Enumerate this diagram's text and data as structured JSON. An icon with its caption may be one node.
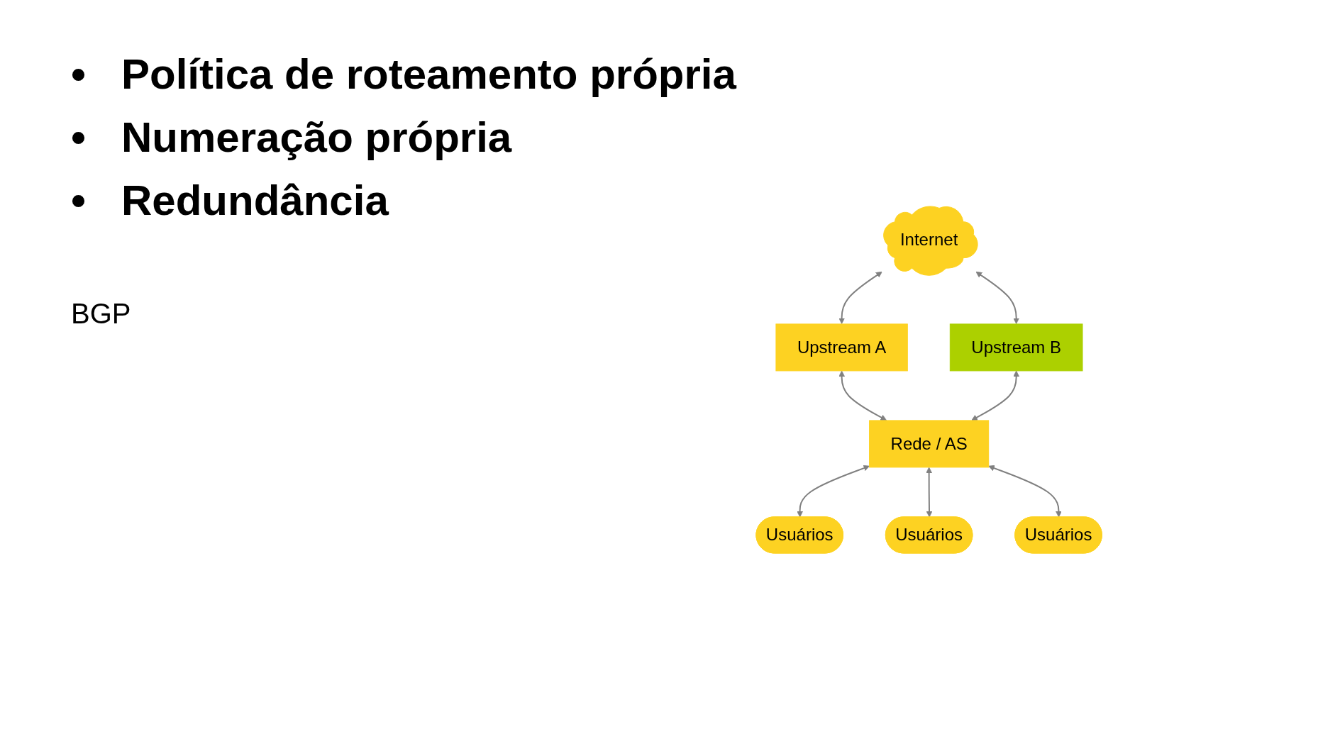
{
  "diagram": {
    "nodes": [
      {
        "text": [
          "Internet"
        ]
      },
      {
        "text": [
          "Upstream A"
        ]
      },
      {
        "text": [
          "Upstream B"
        ]
      },
      {
        "text": [
          "Rede / AS"
        ]
      },
      {
        "text": [
          "Usuários"
        ]
      },
      {
        "text": [
          "Usuários"
        ]
      },
      {
        "text": [
          "Usuários"
        ]
      }
    ],
    "edges": [
      {
        "from": 1,
        "to": 0,
        "arrow": "both"
      },
      {
        "from": 3,
        "to": 1,
        "arrow": "both"
      },
      {
        "from": 3,
        "to": 2,
        "arrow": "both"
      },
      {
        "from": 2,
        "to": 0,
        "arrow": "both"
      },
      {
        "from": 4,
        "to": 3,
        "arrow": "both"
      },
      {
        "from": 5,
        "to": 3,
        "arrow": "both"
      },
      {
        "from": 6,
        "to": 3,
        "arrow": "both"
      }
    ],
    "labels": [
      "•",
      "Política de roteamento própria",
      "•",
      "Numeração própria",
      "•",
      "Redundância",
      "BGP"
    ]
  }
}
